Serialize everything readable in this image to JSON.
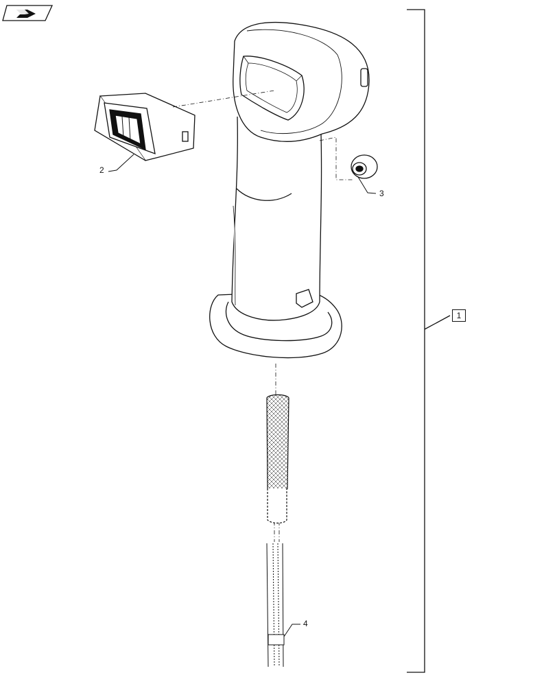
{
  "callouts": {
    "assembly": "1",
    "switch": "2",
    "plug": "3",
    "wiring": "4"
  },
  "icons": {
    "nav": "next-page-arrow-icon"
  },
  "colors": {
    "line": "#111111",
    "background": "#ffffff"
  }
}
